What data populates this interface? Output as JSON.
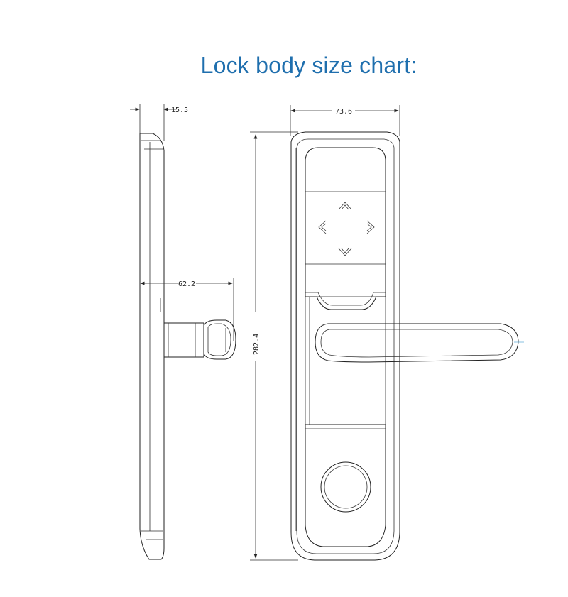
{
  "title": "Lock body size chart:",
  "dimensions": {
    "thickness": "15.5",
    "width": "73.6",
    "projection": "62.2",
    "height": "282.4"
  },
  "colors": {
    "title": "#1f6fae",
    "line": "#222222"
  }
}
